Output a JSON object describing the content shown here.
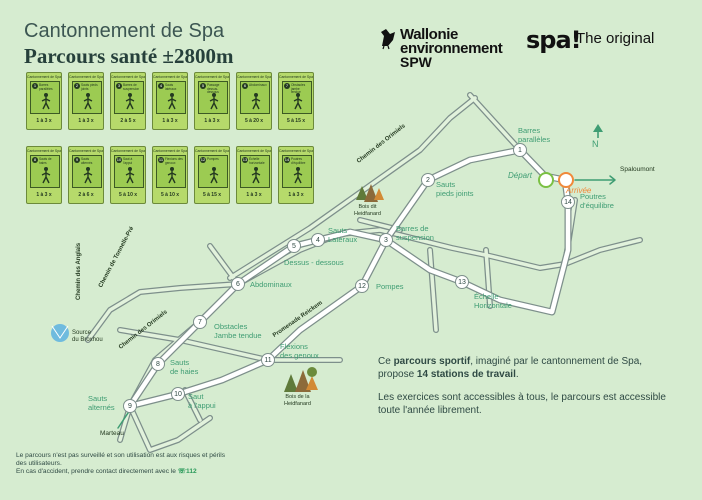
{
  "header": {
    "title": "Cantonnement de Spa",
    "subtitle": "Parcours santé ±2800m"
  },
  "logos": {
    "wallonie_line1": "Wallonie",
    "wallonie_line2": "environnement",
    "wallonie_line3": "SPW",
    "spa_mark": "spa!",
    "spa_tagline": "The original"
  },
  "cards_header": "Cantonnement de Spa",
  "cards": [
    {
      "n": "1",
      "name": "Barres parallèles",
      "reps": "1 à 3 x"
    },
    {
      "n": "2",
      "name": "Sauts pieds joints",
      "reps": "1 à 3 x"
    },
    {
      "n": "3",
      "name": "Barres de suspension",
      "reps": "2 à 5 x"
    },
    {
      "n": "4",
      "name": "Sauts latéraux",
      "reps": "1 à 3 x"
    },
    {
      "n": "5",
      "name": "Passage dessus-dessous",
      "reps": "1 à 3 x"
    },
    {
      "n": "6",
      "name": "Abdominaux",
      "reps": "5 à 20 x"
    },
    {
      "n": "7",
      "name": "Obstacles jambe tendue",
      "reps": "5 à 15 x"
    },
    {
      "n": "8",
      "name": "Sauts de haies",
      "reps": "1 à 3 x"
    },
    {
      "n": "9",
      "name": "Sauts alternés",
      "reps": "2 à 6 x"
    },
    {
      "n": "10",
      "name": "Saut à l'appui",
      "reps": "5 à 10 x"
    },
    {
      "n": "11",
      "name": "Flexions des genoux",
      "reps": "5 à 10 x"
    },
    {
      "n": "12",
      "name": "Pompes",
      "reps": "5 à 15 x"
    },
    {
      "n": "13",
      "name": "Échelle horizontale",
      "reps": "1 à 3 x"
    },
    {
      "n": "14",
      "name": "Poutres d'équilibre",
      "reps": "1 à 3 x"
    }
  ],
  "stations": [
    {
      "n": "1",
      "label": "Barres\nparallèles"
    },
    {
      "n": "2",
      "label": "Sauts\npieds joints"
    },
    {
      "n": "3",
      "label": "Barres de\nsuspension"
    },
    {
      "n": "4",
      "label": "Sauts\nLatéraux"
    },
    {
      "n": "5",
      "label": "Dessus - dessous"
    },
    {
      "n": "6",
      "label": "Abdominaux"
    },
    {
      "n": "7",
      "label": "Obstacles\nJambe tendue"
    },
    {
      "n": "8",
      "label": "Sauts\nde haies"
    },
    {
      "n": "9",
      "label": "Sauts\nalternés"
    },
    {
      "n": "10",
      "label": "Saut\nà l'appui"
    },
    {
      "n": "11",
      "label": "Flexions\ndes genoux"
    },
    {
      "n": "12",
      "label": "Pompes"
    },
    {
      "n": "13",
      "label": "Échelle\nHorizontale"
    },
    {
      "n": "14",
      "label": "Poutres\nd'équilibre"
    }
  ],
  "markers": {
    "start": "Départ",
    "finish": "Arrivée",
    "north": "N"
  },
  "roads": {
    "orimiels_top": "Chemin des Orimiels",
    "orimiels_left": "Chemin des Orimiels",
    "anglais": "Chemin des Anglais",
    "tonnelle_pre": "Chemin de Tonnelle-Pré",
    "reickem": "Promenade Reickem"
  },
  "places": {
    "bois_top": "Bois dit\nHeidfanard",
    "bois_bottom": "Bois de la\nHeidfanard",
    "source": "Source\ndu Broxhou",
    "marteau": "Marteau",
    "spaloumont": "Spaloumont"
  },
  "description": {
    "p1_a": "Ce ",
    "p1_b": "parcours sportif",
    "p1_c": ", imaginé par le cantonnement de Spa,",
    "p1_d": "propose ",
    "p1_e": "14 stations de travail",
    "p1_f": ".",
    "p2_l1": "Les exercices sont accessibles à tous, le parcours est accessible",
    "p2_l2": "toute l'année librement."
  },
  "note": {
    "l1": "Le parcours n'est pas surveillé et son utilisation est aux risques et périls",
    "l2": "des utilisateurs.",
    "l3": "En cas d'accident, prendre contact directement avec le ",
    "emergency": "112"
  },
  "colors": {
    "background": "#d6ecd0",
    "road": "#7d8f8b",
    "trail": "#ffffff",
    "station_label": "#3f9d73",
    "start": "#7bc043",
    "finish": "#f0893a",
    "card": "#b6da6b"
  }
}
